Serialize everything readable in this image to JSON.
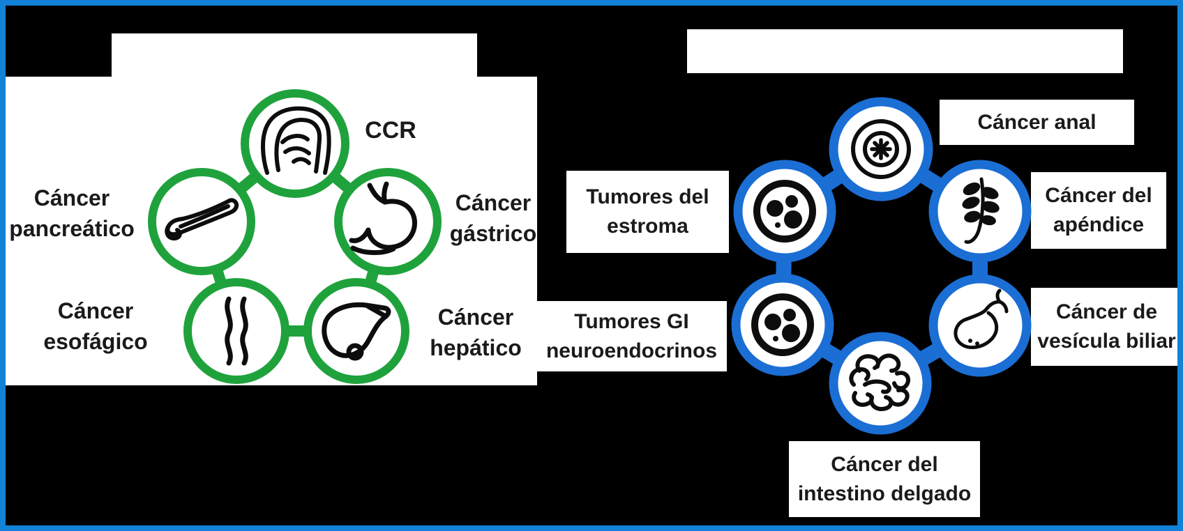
{
  "window": {
    "background_color": "#000000",
    "border_color": "#1282D8"
  },
  "left_diagram": {
    "accent_color": "#1FA23C",
    "node_labels": {
      "ccr": "CCR",
      "gastric": "Cáncer\ngástrico",
      "hepatic": "Cáncer\nhepático",
      "esophageal": "Cáncer\nesofágico",
      "pancreatic": "Cáncer\npancreático"
    },
    "icons": [
      "colon-icon",
      "stomach-icon",
      "liver-icon",
      "esophagus-icon",
      "pancreas-icon"
    ]
  },
  "right_diagram": {
    "accent_color": "#1B6ED4",
    "node_labels": {
      "anal": "Cáncer anal",
      "appendix": "Cáncer del\napéndice",
      "gallbladder": "Cáncer de\nvesícula biliar",
      "small_intestine": "Cáncer del\nintestino delgado",
      "neuroendocrine": "Tumores GI\nneuroendocrinos",
      "stromal": "Tumores del\nestroma"
    },
    "icons": [
      "anus-icon",
      "appendix-icon",
      "gallbladder-icon",
      "small-intestine-icon",
      "tumor-cells-icon",
      "tumor-cells-icon"
    ]
  }
}
